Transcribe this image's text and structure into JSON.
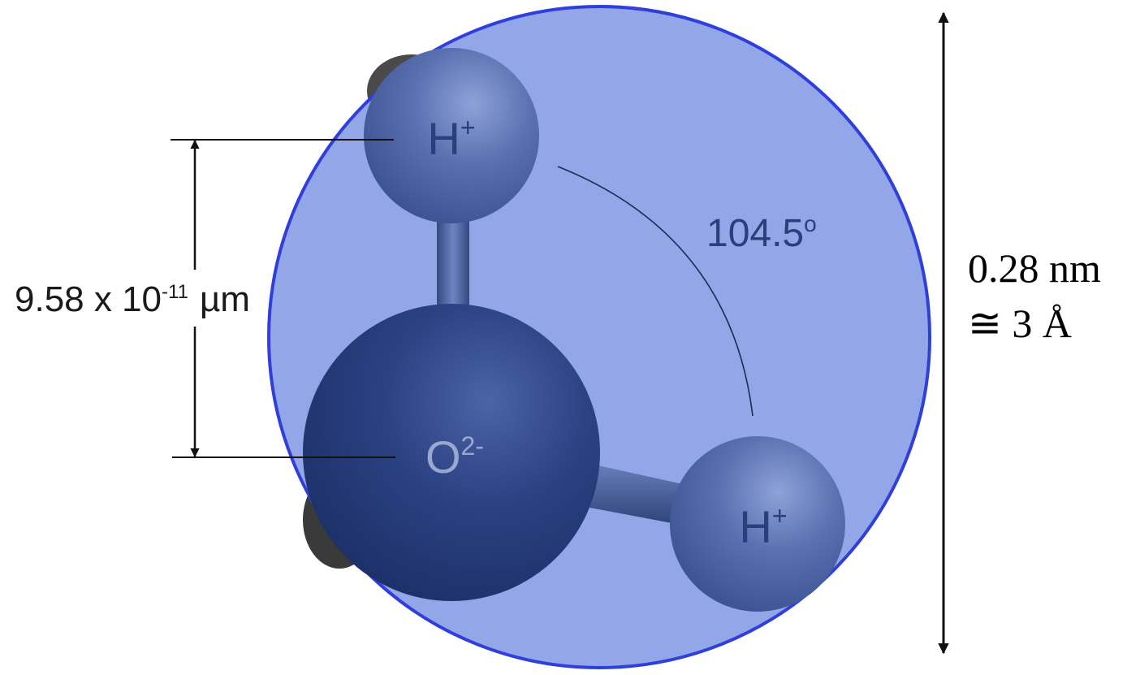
{
  "diagram": {
    "atoms": [
      {
        "symbol": "H",
        "charge": "+"
      },
      {
        "symbol": "O",
        "charge": "2-"
      },
      {
        "symbol": "H",
        "charge": "+"
      }
    ],
    "bond_length": {
      "mantissa": "9.58 x 10",
      "exponent": "-11",
      "unit": "µm"
    },
    "bond_angle": {
      "value": "104.5",
      "degree_mark": "o"
    },
    "molecule_size": {
      "line1": "0.28 nm",
      "line2": "≅ 3 Å"
    },
    "colors": {
      "envelope_fill": "#8fa3e6",
      "envelope_stroke": "#2f3fdc",
      "oxygen": "#1f3570",
      "hydrogen": "#3e5592",
      "label_text": "#2b3f7a"
    }
  }
}
